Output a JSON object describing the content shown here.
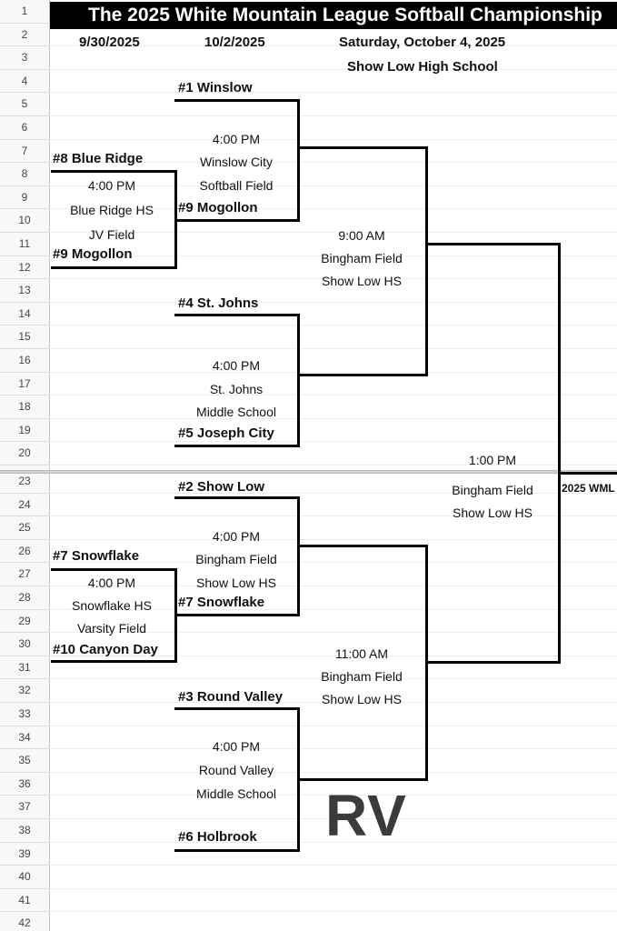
{
  "title": "The 2025 White Mountain League Softball Championship",
  "dates": {
    "d1": "9/30/2025",
    "d2": "10/2/2025",
    "d3": "Saturday, October 4, 2025",
    "venue": "Show Low High School"
  },
  "rows": [
    "1",
    "2",
    "3",
    "4",
    "5",
    "6",
    "7",
    "8",
    "9",
    "10",
    "11",
    "12",
    "13",
    "14",
    "15",
    "16",
    "17",
    "18",
    "19",
    "20",
    "23",
    "24",
    "25",
    "26",
    "27",
    "28",
    "29",
    "30",
    "31",
    "32",
    "33",
    "34",
    "35",
    "36",
    "37",
    "38",
    "39",
    "40",
    "41",
    "42"
  ],
  "game1": {
    "top": "#8 Blue Ridge",
    "time": "4:00 PM",
    "loc1": "Blue Ridge HS",
    "loc2": "JV Field",
    "bottom": "#9 Mogollon"
  },
  "game2": {
    "top": "#1 Winslow",
    "time": "4:00 PM",
    "loc1": "Winslow City",
    "loc2": "Softball Field",
    "bottom": "#9 Mogollon"
  },
  "game3": {
    "top": "#4 St. Johns",
    "time": "4:00 PM",
    "loc1": "St. Johns",
    "loc2": "Middle School",
    "bottom": "#5 Joseph City"
  },
  "semi1": {
    "time": "9:00 AM",
    "loc1": "Bingham Field",
    "loc2": "Show Low HS"
  },
  "game4": {
    "top": "#7 Snowflake",
    "time": "4:00 PM",
    "loc1": "Snowflake HS",
    "loc2": "Varsity Field",
    "bottom": "#10 Canyon Day"
  },
  "game5": {
    "top": "#2 Show Low",
    "time": "4:00 PM",
    "loc1": "Bingham Field",
    "loc2": "Show Low HS",
    "bottom": "#7 Snowflake"
  },
  "game6": {
    "top": "#3 Round Valley",
    "time": "4:00 PM",
    "loc1": "Round Valley",
    "loc2": "Middle School",
    "bottom": "#6 Holbrook"
  },
  "semi2": {
    "time": "11:00 AM",
    "loc1": "Bingham Field",
    "loc2": "Show Low HS"
  },
  "final": {
    "time": "1:00 PM",
    "loc1": "Bingham Field",
    "loc2": "Show Low HS",
    "champion": "2025 WML"
  },
  "watermark": "RV"
}
